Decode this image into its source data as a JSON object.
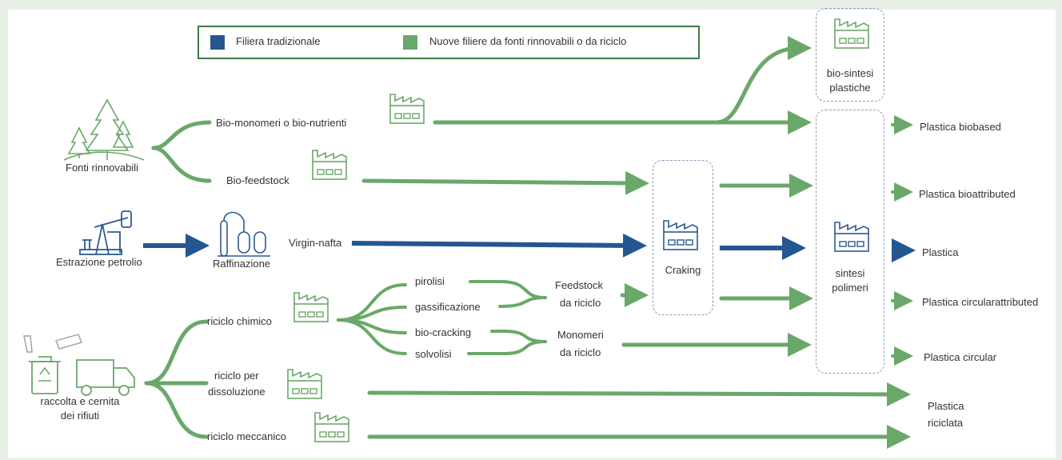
{
  "colors": {
    "green": "#6aa869",
    "blue": "#24578f",
    "green_dark": "#3f7a45",
    "icon_blue": "#2c5a8f",
    "icon_green": "#6aa869"
  },
  "legend": {
    "traditional": "Filiera tradizionale",
    "new": "Nuove filiere da fonti rinnovabili o da riciclo"
  },
  "sources": {
    "renewable": "Fonti rinnovabili",
    "oil": "Estrazione petrolio",
    "refining": "Raffinazione",
    "waste_line1": "raccolta e cernita",
    "waste_line2": "dei rifiuti"
  },
  "routes": {
    "bio_monomers": "Bio-monomeri o bio-nutrienti",
    "bio_feedstock": "Bio-feedstock",
    "virgin_nafta": "Virgin-nafta",
    "chemical": "riciclo chimico",
    "dissolution_line1": "riciclo per",
    "dissolution_line2": "dissoluzione",
    "mechanical": "riciclo meccanico"
  },
  "processes": {
    "pyrolysis": "pirolisi",
    "gasification": "gassificazione",
    "biocracking": "bio-cracking",
    "solvolysis": "solvolisi",
    "feedstock_line1": "Feedstock",
    "feedstock_line2": "da riciclo",
    "monomers_line1": "Monomeri",
    "monomers_line2": "da riciclo"
  },
  "units": {
    "biosynth_line1": "bio-sintesi",
    "biosynth_line2": "plastiche",
    "cracking": "Craking",
    "polymer_line1": "sintesi",
    "polymer_line2": "polimeri"
  },
  "outputs": {
    "biobased": "Plastica biobased",
    "bioattributed": "Plastica bioattributed",
    "plastic": "Plastica",
    "circular_attributed": "Plastica circularattributed",
    "circular": "Plastica circular",
    "recycled_line1": "Plastica",
    "recycled_line2": "riciclata"
  }
}
